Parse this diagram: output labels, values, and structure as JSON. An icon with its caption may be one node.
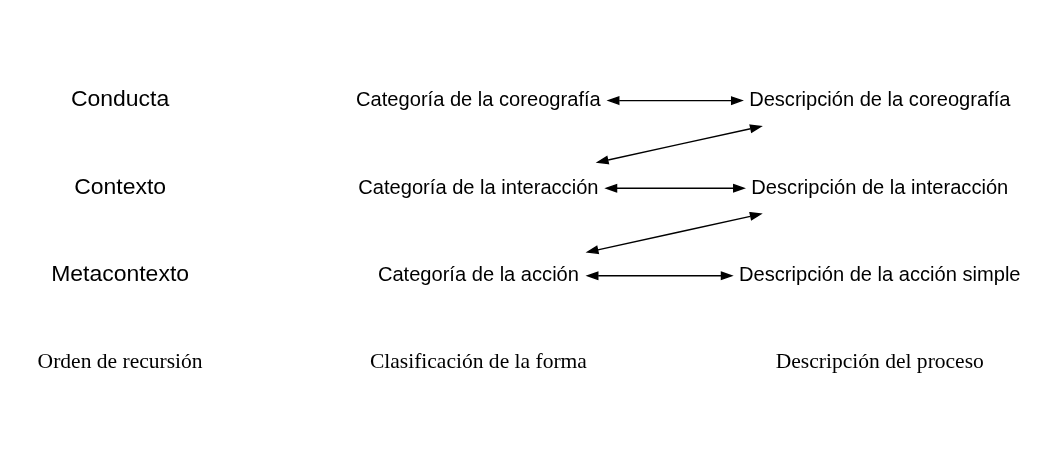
{
  "diagram": {
    "nodes": [
      {
        "text": [
          "Categoría de la coreografía"
        ]
      },
      {
        "text": [
          "Descripción de la coreografía"
        ]
      },
      {
        "text": [
          "Categoría de la interacción"
        ]
      },
      {
        "text": [
          "Descripción de la interacción"
        ]
      },
      {
        "text": [
          "Categoría de la acción"
        ]
      },
      {
        "text": [
          "Descripción de la acción simple"
        ]
      }
    ],
    "edges": [
      {
        "from": 0,
        "to": 1,
        "arrow": "both"
      },
      {
        "from": 1,
        "to": 2,
        "arrow": "both"
      },
      {
        "from": 2,
        "to": 3,
        "arrow": "both"
      },
      {
        "from": 3,
        "to": 4,
        "arrow": "both"
      },
      {
        "from": 4,
        "to": 5,
        "arrow": "both"
      }
    ],
    "labels": [
      "Orden de recursión",
      "Clasificación de la forma",
      "Descripción del proceso",
      "Metacontexto",
      "Contexto",
      "Conducta"
    ]
  }
}
